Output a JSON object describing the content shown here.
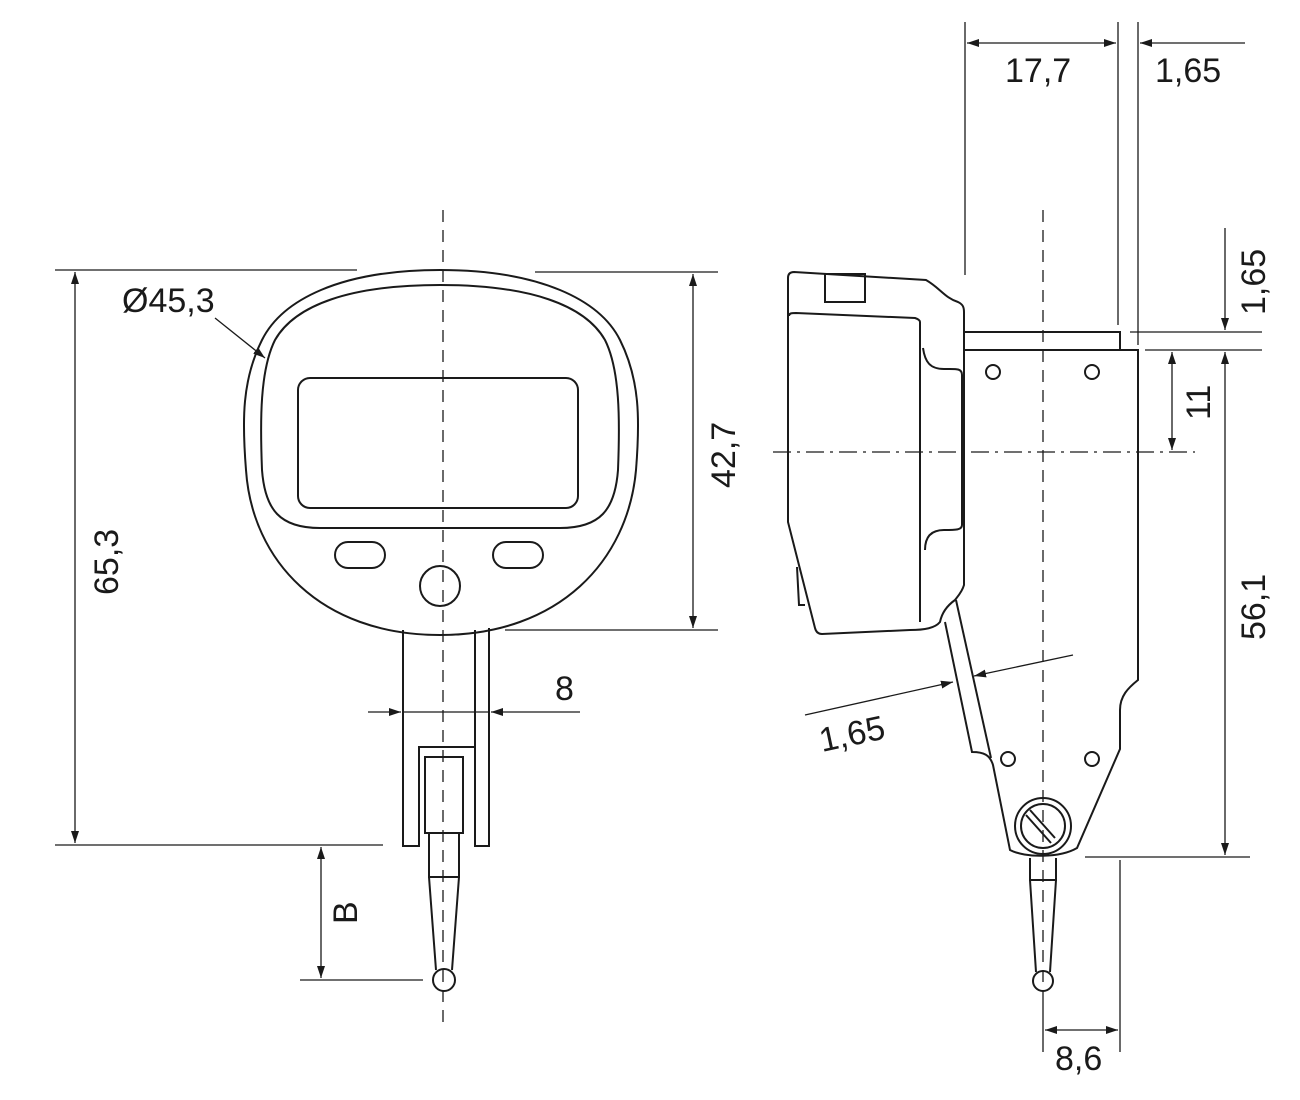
{
  "front_view": {
    "diameter_label": "Ø45,3",
    "total_height_label": "65,3",
    "body_height_label": "42,7",
    "stem_width_label": "8",
    "probe_length_label": "B"
  },
  "side_view": {
    "depth_label": "17,7",
    "plate_offset_label": "1,65",
    "top_offset_label": "1,65",
    "center_offset_label": "11",
    "plate_height_label": "56,1",
    "arm_thickness_label": "1,65",
    "probe_offset_label": "8,6"
  }
}
